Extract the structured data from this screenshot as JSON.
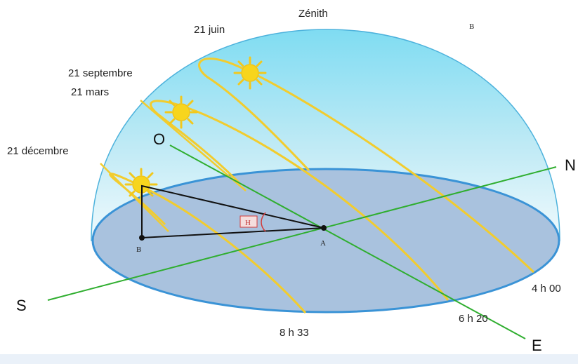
{
  "labels": {
    "zenith": "Zénith",
    "june": "21 juin",
    "b_top": "B",
    "september": "21 septembre",
    "march": "21 mars",
    "december": "21 décembre",
    "west": "O",
    "north": "N",
    "south": "S",
    "east": "E",
    "b_point": "B",
    "a_point": "A",
    "angle": "H",
    "time_4h": "4 h 00",
    "time_6h": "6 h 20",
    "time_8h": "8 h 33"
  },
  "colors": {
    "dome_top": "#7fdcf2",
    "dome_bottom": "#e8f7fb",
    "dome_edge": "#4db2dc",
    "ground": "#a9c2de",
    "ground_edge": "#3a93d6",
    "sun_path": "#f2cc2e",
    "sun": "#f7d51d",
    "axis_line": "#2fae2f",
    "triangle": "#111111",
    "angle_mark": "#d23a3a"
  },
  "icons": [
    "sun-icon"
  ]
}
